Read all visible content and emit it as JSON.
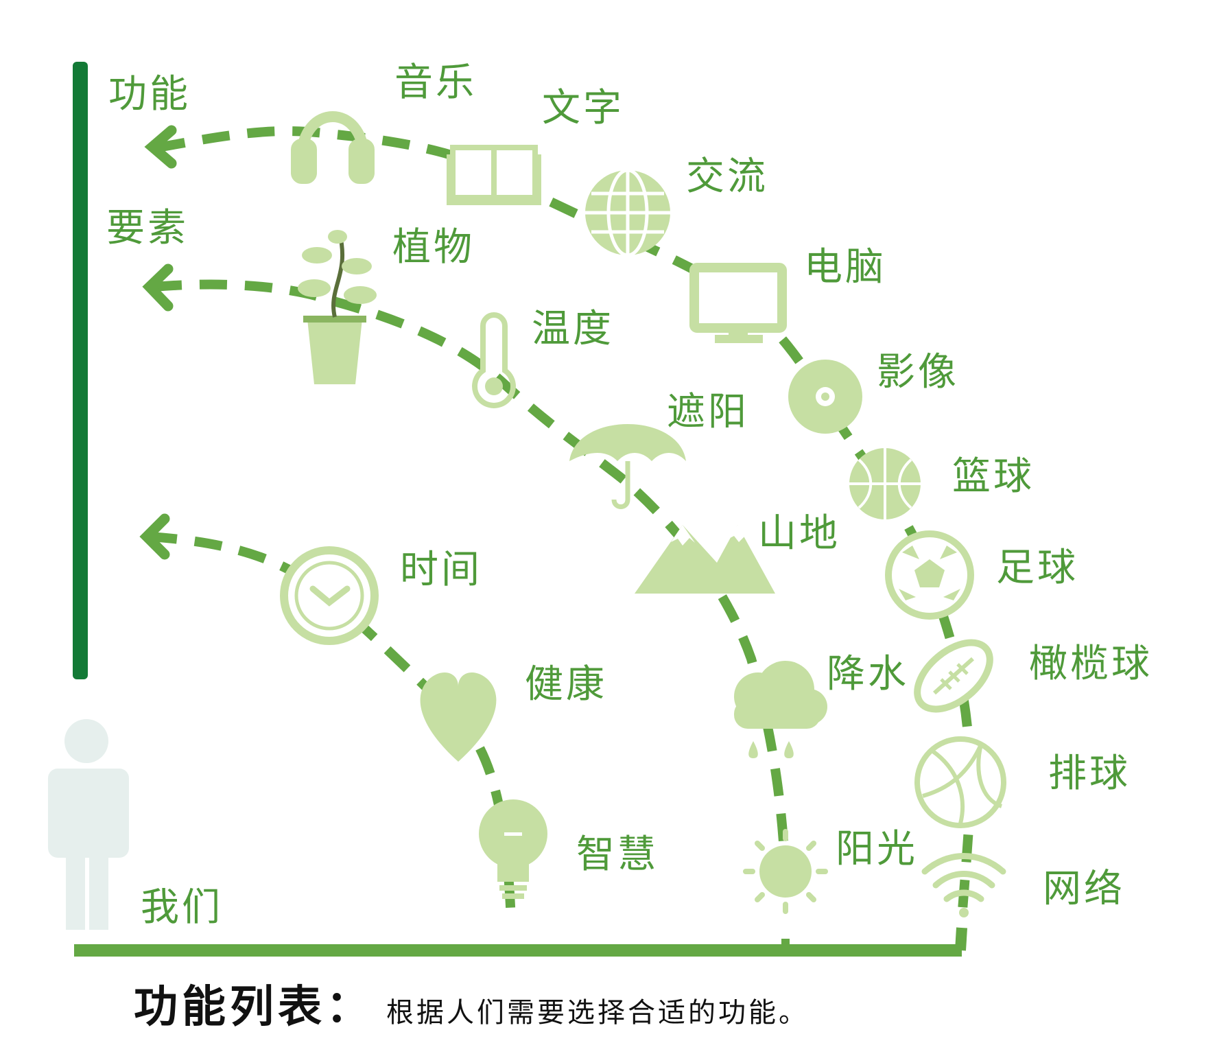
{
  "colors": {
    "dark_green": "#137a36",
    "path_green": "#64a844",
    "icon_green": "#c6dfa3",
    "label_green": "#4f9a3a",
    "person": "#e6efed"
  },
  "categories": {
    "function": "功能",
    "element": "要素"
  },
  "person_label": "我们",
  "chains": {
    "function_chain": [
      "音乐",
      "文字",
      "交流",
      "电脑",
      "影像",
      "篮球",
      "足球",
      "橄榄球",
      "排球",
      "网络"
    ],
    "element_chain": [
      "植物",
      "温度",
      "遮阳",
      "山地",
      "降水",
      "阳光"
    ],
    "daily_chain": [
      "时间",
      "健康",
      "智慧"
    ]
  },
  "nodes": {
    "music": {
      "label": "音乐",
      "icon": "headphones-icon"
    },
    "text": {
      "label": "文字",
      "icon": "book-icon"
    },
    "comm": {
      "label": "交流",
      "icon": "globe-icon"
    },
    "computer": {
      "label": "电脑",
      "icon": "monitor-icon"
    },
    "video": {
      "label": "影像",
      "icon": "disc-icon"
    },
    "basketball": {
      "label": "篮球",
      "icon": "basketball-icon"
    },
    "football": {
      "label": "足球",
      "icon": "soccer-ball-icon"
    },
    "rugby": {
      "label": "橄榄球",
      "icon": "rugby-ball-icon"
    },
    "volleyball": {
      "label": "排球",
      "icon": "volleyball-icon"
    },
    "network": {
      "label": "网络",
      "icon": "wifi-icon"
    },
    "plant": {
      "label": "植物",
      "icon": "potted-plant-icon"
    },
    "temperature": {
      "label": "温度",
      "icon": "thermometer-icon"
    },
    "shade": {
      "label": "遮阳",
      "icon": "umbrella-icon"
    },
    "mountain": {
      "label": "山地",
      "icon": "mountain-icon"
    },
    "rain": {
      "label": "降水",
      "icon": "rain-cloud-icon"
    },
    "sunlight": {
      "label": "阳光",
      "icon": "sun-icon"
    },
    "time": {
      "label": "时间",
      "icon": "clock-icon"
    },
    "health": {
      "label": "健康",
      "icon": "heart-icon"
    },
    "wisdom": {
      "label": "智慧",
      "icon": "lightbulb-icon"
    }
  },
  "footer": {
    "title": "功能列表：",
    "description": "根据人们需要选择合适的功能。"
  }
}
